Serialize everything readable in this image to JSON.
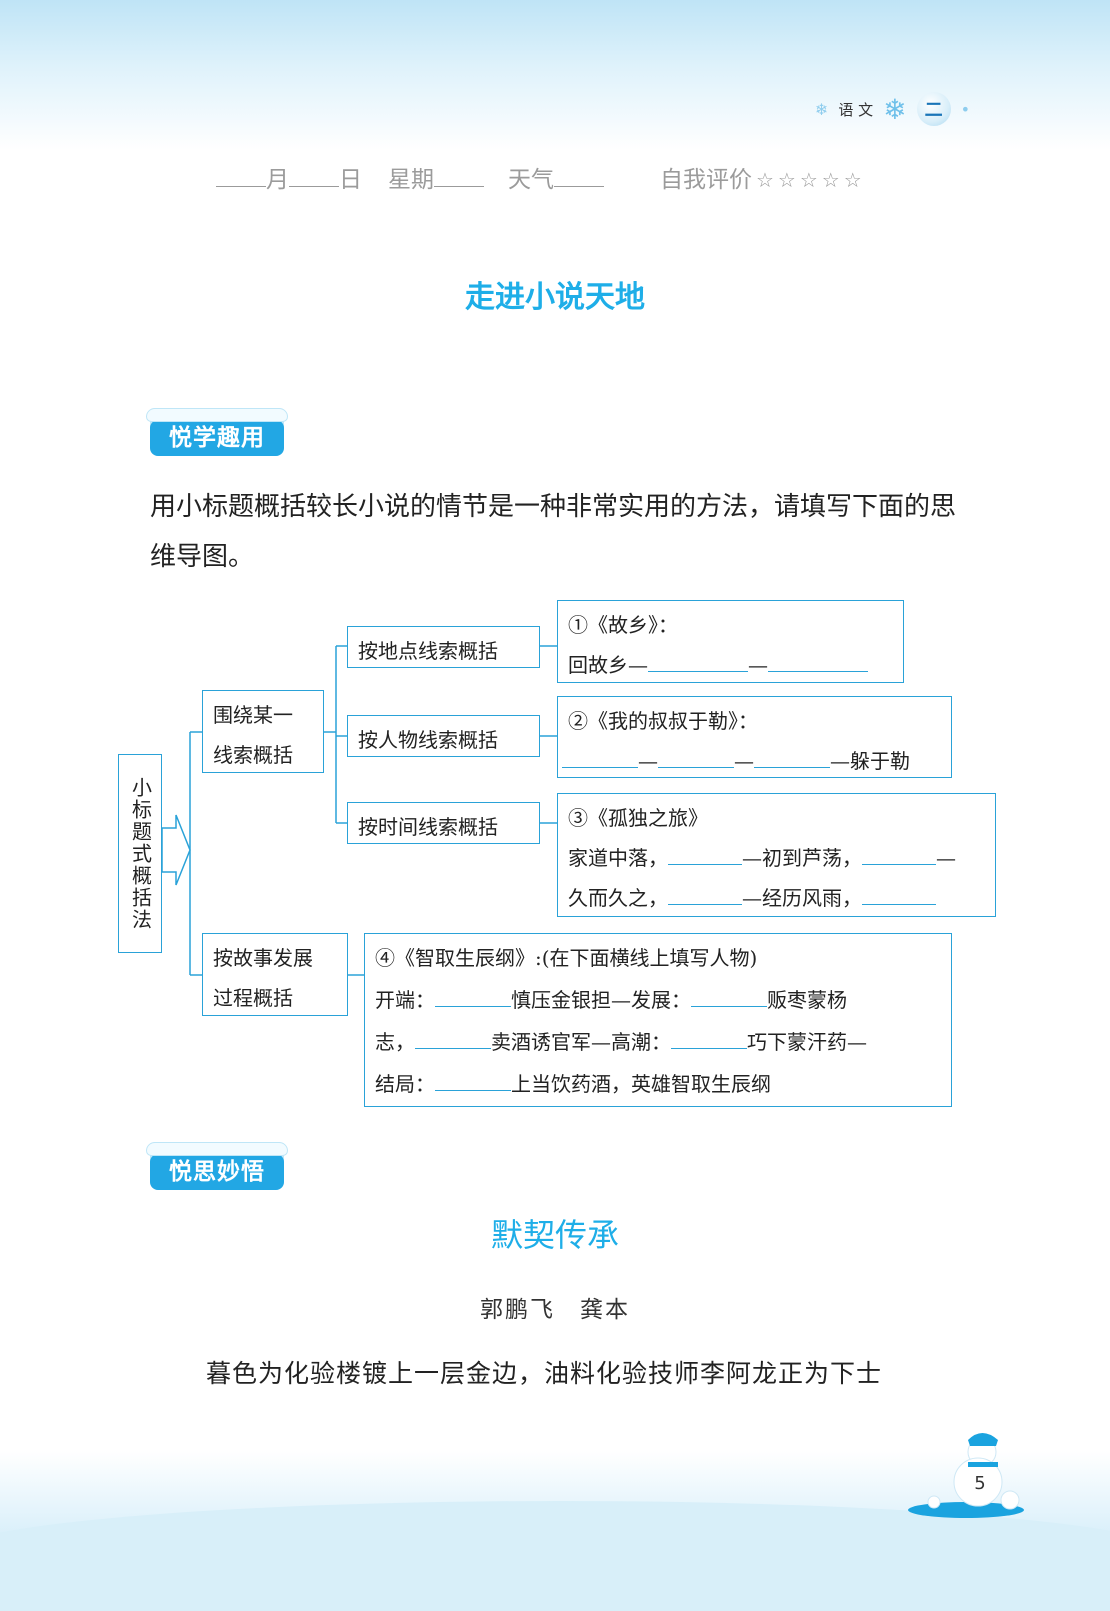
{
  "header": {
    "subject": "语 文",
    "grade": "二"
  },
  "date_line": {
    "month": "月",
    "day": "日",
    "weekday": "星期",
    "weather": "天气",
    "self_eval": "自我评价",
    "stars": "☆☆☆☆☆"
  },
  "title": "走进小说天地",
  "section1": {
    "tag": "悦学趣用",
    "intro": "用小标题概括较长小说的情节是一种非常实用的方法，请填写下面的思维导图。"
  },
  "mindmap": {
    "root": "小标题式概括法",
    "branch_a": {
      "line1": "围绕某一",
      "line2": "线索概括"
    },
    "branch_b": {
      "line1": "按故事发展",
      "line2": "过程概括"
    },
    "sub1": "按地点线索概括",
    "sub2": "按人物线索概括",
    "sub3": "按时间线索概括",
    "box1": {
      "title": "①《故乡》：",
      "start": "回故乡—",
      "dash": "—"
    },
    "box2": {
      "title": "②《我的叔叔于勒》：",
      "dash1": "—",
      "dash2": "—",
      "end": "—躲于勒"
    },
    "box3": {
      "title": "③《孤独之旅》",
      "l2a": "家道中落，",
      "l2b": "—初到芦荡，",
      "l2c": "—",
      "l3a": "久而久之，",
      "l3b": "—经历风雨，"
    },
    "box4": {
      "title": "④《智取生辰纲》:(在下面横线上填写人物)",
      "l2a": "开端：",
      "l2b": "慎压金银担—发展：",
      "l2c": "贩枣蒙杨",
      "l3a": "志，",
      "l3b": "卖酒诱官军—高潮：",
      "l3c": "巧下蒙汗药—",
      "l4a": "结局：",
      "l4b": "上当饮药酒，英雄智取生辰纲"
    }
  },
  "section2": {
    "tag": "悦思妙悟",
    "article_title": "默契传承",
    "authors": "郭鹏飞　龚本",
    "first_line": "暮色为化验楼镀上一层金边，油料化验技师李阿龙正为下士"
  },
  "page_number": "5",
  "colors": {
    "accent": "#1eaee8",
    "box_border": "#2aa2d8",
    "tag_bg": "#22a7e4"
  }
}
